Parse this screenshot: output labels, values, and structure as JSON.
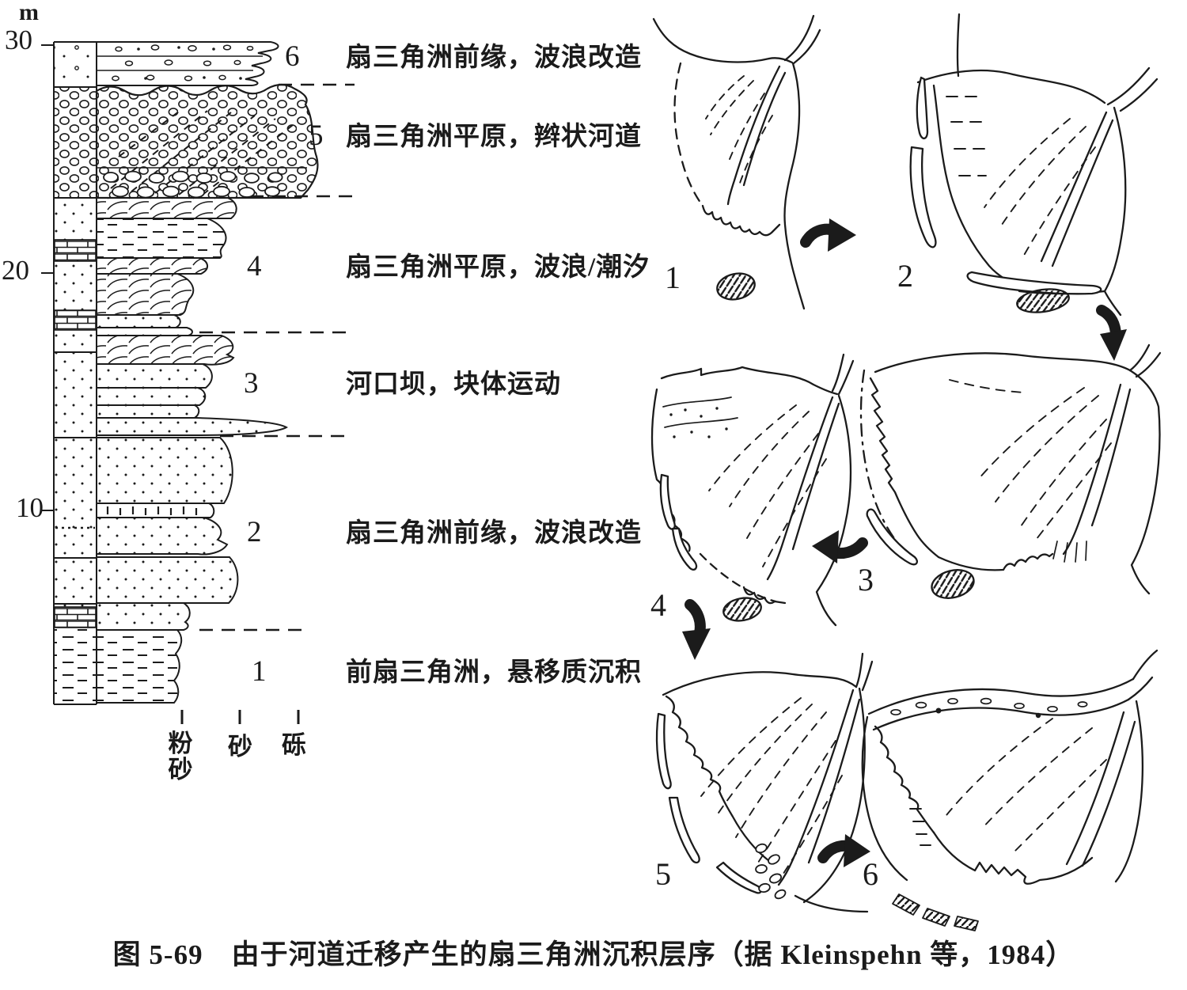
{
  "caption": "图 5-69　由于河道迁移产生的扇三角洲沉积层序（据 Kleinspehn 等，1984）",
  "column": {
    "axis_unit": "m",
    "depth_ticks": [
      "30",
      "20",
      "10"
    ],
    "grain_sizes": [
      "粉砂",
      "砂",
      "砾"
    ],
    "units": [
      {
        "number": "6",
        "label": "扇三角洲前缘，波浪改造"
      },
      {
        "number": "5",
        "label": "扇三角洲平原，辫状河道"
      },
      {
        "number": "4",
        "label": "扇三角洲平原，波浪/潮汐"
      },
      {
        "number": "3",
        "label": "河口坝，块体运动"
      },
      {
        "number": "2",
        "label": "扇三角洲前缘，波浪改造"
      },
      {
        "number": "1",
        "label": "前扇三角洲，悬移质沉积"
      }
    ]
  },
  "panels": [
    {
      "number": "1"
    },
    {
      "number": "2"
    },
    {
      "number": "3"
    },
    {
      "number": "4"
    },
    {
      "number": "5"
    },
    {
      "number": "6"
    }
  ],
  "colors": {
    "ink": "#1b1b1b",
    "paper": "#ffffff"
  }
}
